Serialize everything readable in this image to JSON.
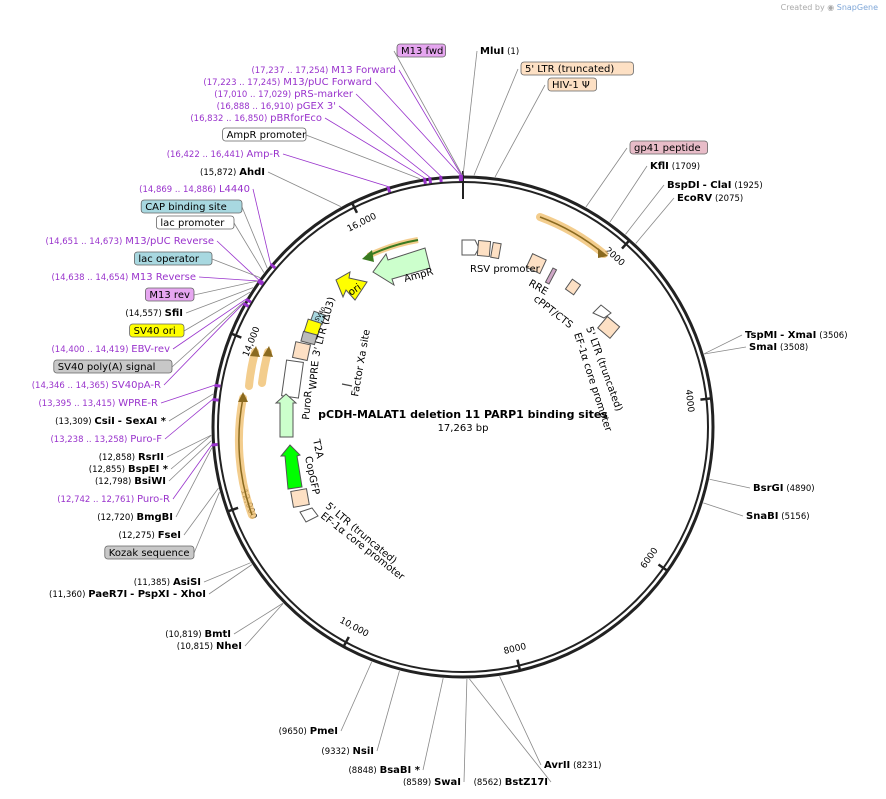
{
  "credit": {
    "prefix": "Created by",
    "brand": "SnapGene"
  },
  "plasmid": {
    "name": "pCDH-MALAT1 deletion 11 PARP1 binding sites",
    "size_label": "17,263 bp",
    "length": 17263
  },
  "colors": {
    "primer": "#9933cc",
    "enzyme": "#000000",
    "ltr": "#fde0c4",
    "ltr_edge": "#a0602a",
    "amp": "#ccffcc",
    "ori": "#ffff00",
    "puro": "#ccffcc",
    "copgfp": "#00ff00",
    "orf_glow": "#f0c070",
    "backbone": "#222222"
  },
  "ruler": [
    {
      "pos": 2000,
      "label": "2000"
    },
    {
      "pos": 4000,
      "label": "4000"
    },
    {
      "pos": 6000,
      "label": "6000"
    },
    {
      "pos": 8000,
      "label": "8000"
    },
    {
      "pos": 10000,
      "label": "10,000"
    },
    {
      "pos": 12000,
      "label": "12,000"
    },
    {
      "pos": 14000,
      "label": "14,000"
    },
    {
      "pos": 16000,
      "label": "16,000"
    }
  ],
  "labels": [
    {
      "id": "m13fwd-box",
      "kind": "box-purple",
      "text": "M13 fwd",
      "pos": 17254
    },
    {
      "id": "mlui",
      "kind": "enzyme",
      "name": "MluI",
      "loc": "(1)",
      "pos": 1
    },
    {
      "id": "ltr5-trunc",
      "kind": "box-orange",
      "text": "5' LTR (truncated)",
      "pos": 120
    },
    {
      "id": "hiv1psi",
      "kind": "box-orange",
      "text": "HIV-1 Ψ",
      "pos": 350
    },
    {
      "id": "m13forward",
      "kind": "primer",
      "loc": "(17,237 .. 17,254)",
      "name": "M13 Forward",
      "pos": 17245
    },
    {
      "id": "m13puc-fwd",
      "kind": "primer",
      "loc": "(17,223 .. 17,245)",
      "name": "M13/pUC Forward",
      "pos": 17234
    },
    {
      "id": "prs-marker",
      "kind": "primer",
      "loc": "(17,010 .. 17,029)",
      "name": "pRS-marker",
      "pos": 17019
    },
    {
      "id": "pgex3",
      "kind": "primer",
      "loc": "(16,888 .. 16,910)",
      "name": "pGEX 3'",
      "pos": 16899
    },
    {
      "id": "pbrforeco",
      "kind": "primer",
      "loc": "(16,832 .. 16,850)",
      "name": "pBRforEco",
      "pos": 16841
    },
    {
      "id": "ampr-promoter",
      "kind": "box-white",
      "text": "AmpR promoter",
      "pos": 16790
    },
    {
      "id": "amp-r",
      "kind": "primer",
      "loc": "(16,422 .. 16,441)",
      "name": "Amp-R",
      "pos": 16431
    },
    {
      "id": "ahdi",
      "kind": "enzyme",
      "name": "AhdI",
      "loc": "(15,872)",
      "pos": 15872
    },
    {
      "id": "l4440",
      "kind": "primer",
      "loc": "(14,869 .. 14,886)",
      "name": "L4440",
      "pos": 14877
    },
    {
      "id": "cap-site",
      "kind": "box-teal",
      "text": "CAP binding site",
      "pos": 14820
    },
    {
      "id": "lac-promoter",
      "kind": "box-white",
      "text": "lac promoter",
      "pos": 14760
    },
    {
      "id": "m13puc-rev",
      "kind": "primer",
      "loc": "(14,651 .. 14,673)",
      "name": "M13/pUC Reverse",
      "pos": 14662
    },
    {
      "id": "lac-operator",
      "kind": "box-teal",
      "text": "lac operator",
      "pos": 14690
    },
    {
      "id": "m13reverse",
      "kind": "primer",
      "loc": "(14,638 .. 14,654)",
      "name": "M13 Reverse",
      "pos": 14646
    },
    {
      "id": "m13rev-box",
      "kind": "box-purple",
      "text": "M13 rev",
      "pos": 14646
    },
    {
      "id": "sfii",
      "kind": "enzyme",
      "name": "SfiI",
      "loc": "(14,557)",
      "pos": 14557
    },
    {
      "id": "sv40ori",
      "kind": "box-yellow",
      "text": "SV40 ori",
      "pos": 14500
    },
    {
      "id": "ebv-rev",
      "kind": "primer",
      "loc": "(14,400 .. 14,419)",
      "name": "EBV-rev",
      "pos": 14409
    },
    {
      "id": "sv40polya",
      "kind": "box-gray",
      "text": "SV40 poly(A) signal",
      "pos": 14380
    },
    {
      "id": "sv40pa-r",
      "kind": "primer",
      "loc": "(14,346 .. 14,365)",
      "name": "SV40pA-R",
      "pos": 14355
    },
    {
      "id": "wpre-r",
      "kind": "primer",
      "loc": "(13,395 .. 13,415)",
      "name": "WPRE-R",
      "pos": 13405
    },
    {
      "id": "csii",
      "kind": "enzyme",
      "name": "CsiI",
      "extra": "- SexAI *",
      "loc": "(13,309)",
      "pos": 13309
    },
    {
      "id": "puro-f",
      "kind": "primer",
      "loc": "(13,238 .. 13,258)",
      "name": "Puro-F",
      "pos": 13248
    },
    {
      "id": "rsrii",
      "kind": "enzyme",
      "name": "RsrII",
      "loc": "(12,858)",
      "pos": 12858
    },
    {
      "id": "bspei",
      "kind": "enzyme",
      "name": "BspEI *",
      "loc": "(12,855)",
      "pos": 12855
    },
    {
      "id": "bsiwi",
      "kind": "enzyme",
      "name": "BsiWI",
      "loc": "(12,798)",
      "pos": 12798
    },
    {
      "id": "puro-r",
      "kind": "primer",
      "loc": "(12,742 .. 12,761)",
      "name": "Puro-R",
      "pos": 12751
    },
    {
      "id": "bmgbi",
      "kind": "enzyme",
      "name": "BmgBI",
      "loc": "(12,720)",
      "pos": 12720
    },
    {
      "id": "fsei",
      "kind": "enzyme",
      "name": "FseI",
      "loc": "(12,275)",
      "pos": 12275
    },
    {
      "id": "kozak",
      "kind": "box-gray",
      "text": "Kozak sequence",
      "pos": 12230
    },
    {
      "id": "asisi",
      "kind": "enzyme",
      "name": "AsiSI",
      "loc": "(11,385)",
      "pos": 11385
    },
    {
      "id": "paer7i",
      "kind": "enzyme",
      "name": "PaeR7I",
      "extra": "- PspXI  - XhoI",
      "loc": "(11,360)",
      "pos": 11360
    },
    {
      "id": "bmti",
      "kind": "enzyme",
      "name": "BmtI",
      "loc": "(10,819)",
      "pos": 10819
    },
    {
      "id": "nhei",
      "kind": "enzyme",
      "name": "NheI",
      "loc": "(10,815)",
      "pos": 10815
    },
    {
      "id": "pmei",
      "kind": "enzyme",
      "name": "PmeI",
      "loc": "(9650)",
      "pos": 9650
    },
    {
      "id": "nsii",
      "kind": "enzyme",
      "name": "NsiI",
      "loc": "(9332)",
      "pos": 9332
    },
    {
      "id": "bsabi",
      "kind": "enzyme",
      "name": "BsaBI *",
      "loc": "(8848)",
      "pos": 8848
    },
    {
      "id": "swai",
      "kind": "enzyme",
      "name": "SwaI",
      "loc": "(8589)",
      "pos": 8589
    },
    {
      "id": "bstz17i",
      "kind": "enzyme",
      "name": "BstZ17I",
      "loc": "(8562)",
      "pos": 8562
    },
    {
      "id": "avrii",
      "kind": "enzyme",
      "name": "AvrII",
      "loc": "(8231)",
      "pos": 8231
    },
    {
      "id": "gp41",
      "kind": "box-pink",
      "text": "gp41 peptide",
      "pos": 1400
    },
    {
      "id": "kfli",
      "kind": "enzyme",
      "name": "KflI",
      "loc": "(1709)",
      "pos": 1709
    },
    {
      "id": "bspdi",
      "kind": "enzyme",
      "name": "BspDI",
      "extra": "- ClaI",
      "loc": "(1925)",
      "pos": 1925
    },
    {
      "id": "ecorv",
      "kind": "enzyme",
      "name": "EcoRV",
      "loc": "(2075)",
      "pos": 2075
    },
    {
      "id": "tspmi",
      "kind": "enzyme",
      "name": "TspMI",
      "extra": "- XmaI",
      "loc": "(3506)",
      "pos": 3506
    },
    {
      "id": "smai",
      "kind": "enzyme",
      "name": "SmaI",
      "loc": "(3508)",
      "pos": 3508
    },
    {
      "id": "bsrgi",
      "kind": "enzyme",
      "name": "BsrGI",
      "loc": "(4890)",
      "pos": 4890
    },
    {
      "id": "snabi",
      "kind": "enzyme",
      "name": "SnaBI",
      "loc": "(5156)",
      "pos": 5156
    }
  ],
  "inner_labels": [
    {
      "id": "rsv-promoter",
      "text": "RSV promoter"
    },
    {
      "id": "rre",
      "text": "RRE"
    },
    {
      "id": "cppt",
      "text": "cPPT/CTS"
    },
    {
      "id": "ltr5-inner-a",
      "text": "5' LTR (truncated)"
    },
    {
      "id": "ef1a-a",
      "text": "EF-1α core promoter"
    },
    {
      "id": "ampr",
      "text": "AmpR"
    },
    {
      "id": "ori",
      "text": "ori"
    },
    {
      "id": "sv40-small",
      "text": "SV40"
    },
    {
      "id": "ltr3",
      "text": "3' LTR (ΔU3)"
    },
    {
      "id": "wpre",
      "text": "WPRE"
    },
    {
      "id": "factor-xa",
      "text": "Factor Xa site"
    },
    {
      "id": "puror",
      "text": "PuroR"
    },
    {
      "id": "t2a",
      "text": "T2A"
    },
    {
      "id": "copgfp",
      "text": "CopGFP"
    },
    {
      "id": "ltr5-inner-b",
      "text": "5' LTR (truncated)"
    },
    {
      "id": "ef1a-b",
      "text": "EF-1α core promoter"
    }
  ]
}
